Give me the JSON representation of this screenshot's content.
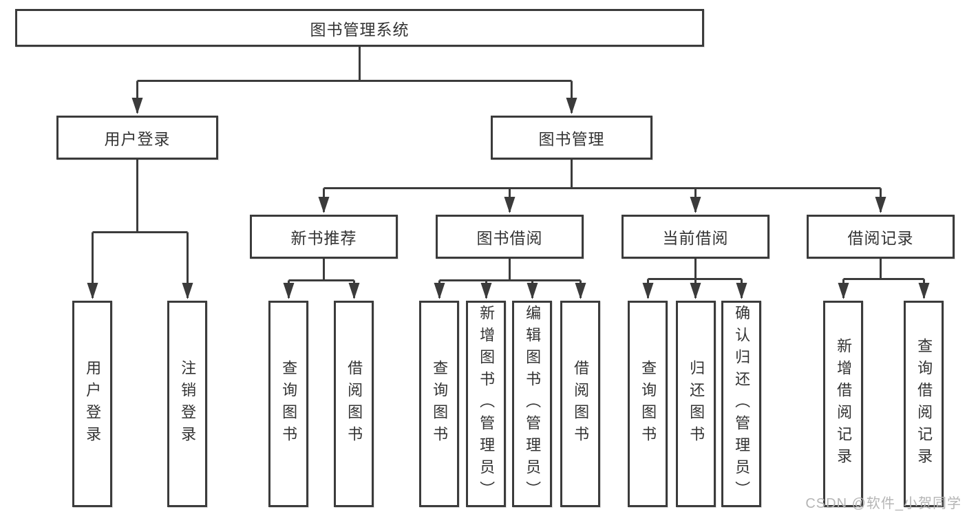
{
  "colors": {
    "border": "#3b3b3b",
    "text": "#333333",
    "watermark": "#b5b5b5",
    "background": "#ffffff"
  },
  "watermark": {
    "text": "CSDN @软件_小贺同学"
  },
  "diagram": {
    "type": "tree",
    "root": {
      "label": "图书管理系统",
      "children": [
        {
          "label": "用户登录",
          "children": [
            {
              "label": "用户登录"
            },
            {
              "label": "注销登录"
            }
          ]
        },
        {
          "label": "图书管理",
          "children": [
            {
              "label": "新书推荐",
              "children": [
                {
                  "label": "查询图书"
                },
                {
                  "label": "借阅图书"
                }
              ]
            },
            {
              "label": "图书借阅",
              "children": [
                {
                  "label": "查询图书"
                },
                {
                  "label": "新增图书（管理员）"
                },
                {
                  "label": "编辑图书（管理员）"
                },
                {
                  "label": "借阅图书"
                }
              ]
            },
            {
              "label": "当前借阅",
              "children": [
                {
                  "label": "查询图书"
                },
                {
                  "label": "归还图书"
                },
                {
                  "label": "确认归还（管理员）"
                }
              ]
            },
            {
              "label": "借阅记录",
              "children": [
                {
                  "label": "新增借阅记录"
                },
                {
                  "label": "查询借阅记录"
                }
              ]
            }
          ]
        }
      ]
    }
  }
}
